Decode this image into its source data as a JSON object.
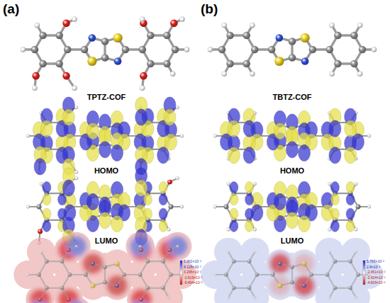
{
  "diagram": {
    "labels": [
      "(a)",
      "(b)",
      "TPTZ-COF",
      "TBTZ-COF",
      "HOMO",
      "HOMO",
      "LUMO",
      "LUMO",
      "5.901×10⁻²",
      "8.125×10⁻³",
      "3.295×10⁻²",
      "-1.619×10⁻²",
      "-6.494×10⁻²",
      "5.765×10⁻²",
      "2.8×10⁻²",
      "-2.451×10⁻²",
      "-2.424×10⁻²",
      "-4.609×10⁻²"
    ]
  }
}
